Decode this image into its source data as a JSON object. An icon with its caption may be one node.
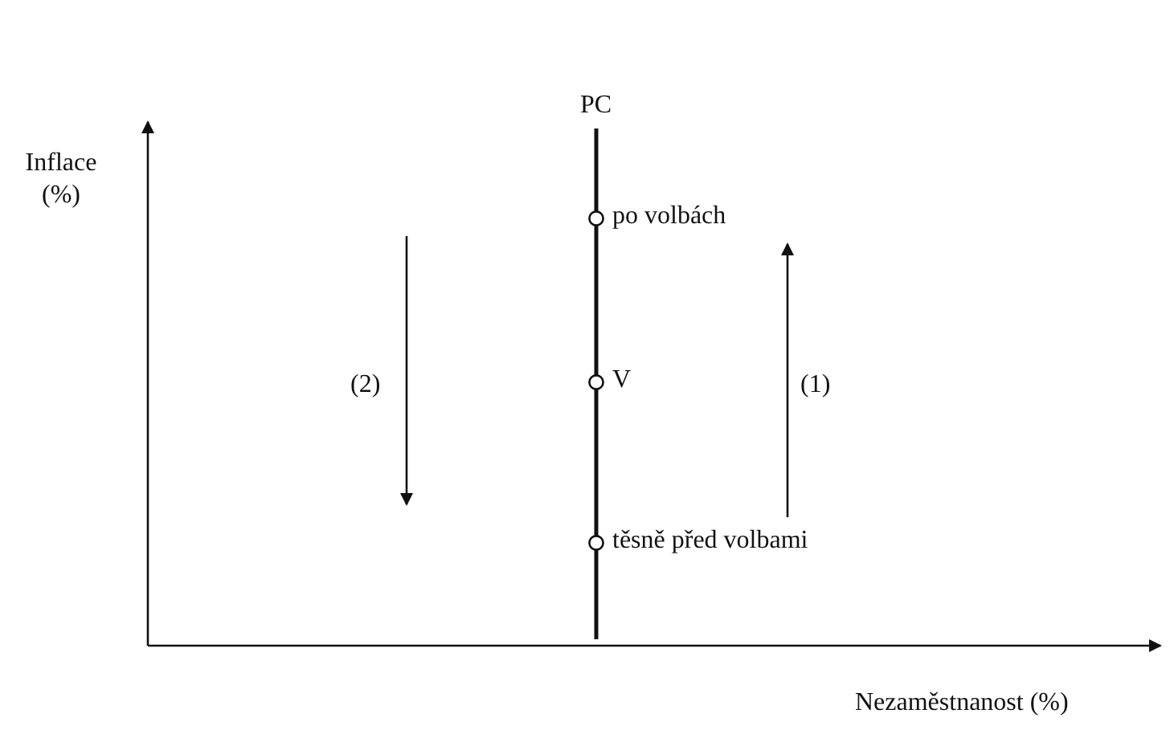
{
  "diagram": {
    "nodes": [
      {
        "text": [],
        "shape": "circle",
        "beside": [
          "po volbách"
        ]
      },
      {
        "text": [],
        "shape": "circle",
        "beside": [
          "V"
        ]
      },
      {
        "text": [],
        "shape": "circle",
        "beside": [
          "těsně před volbami"
        ]
      }
    ],
    "labels": [
      "Inflace (%)",
      "PC",
      "(2)",
      "(1)",
      "Nezaměstnanost (%)"
    ]
  }
}
